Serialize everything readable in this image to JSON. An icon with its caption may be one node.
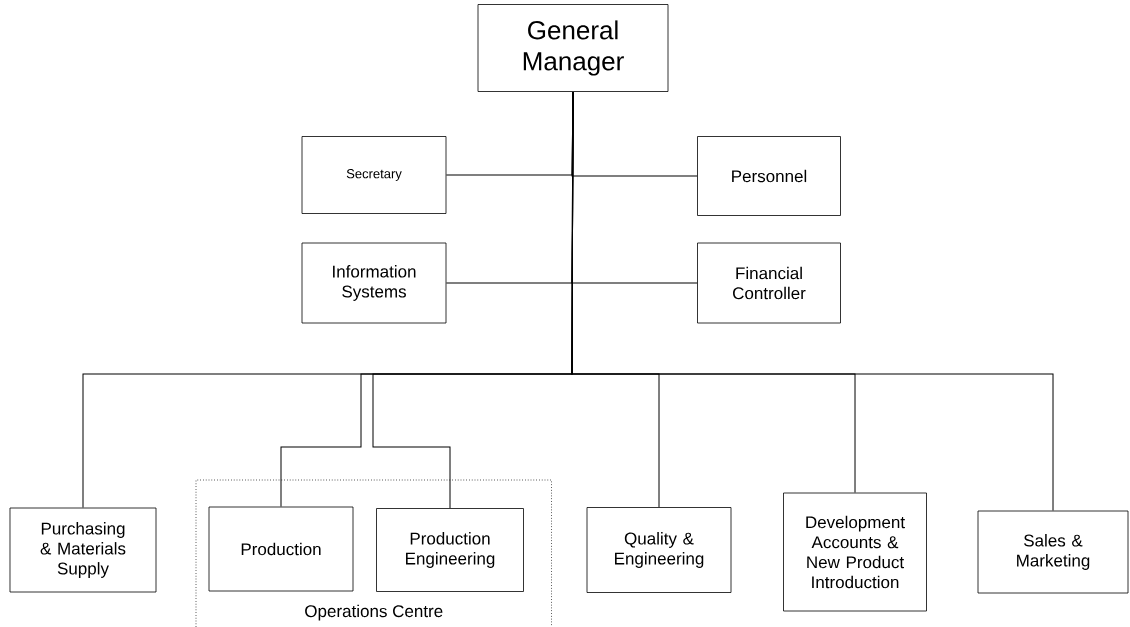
{
  "diagram": {
    "nodes": [
      {
        "text": [
          "General Manager"
        ]
      },
      {
        "text": [
          "Secretary"
        ]
      },
      {
        "text": [
          "Personnel"
        ]
      },
      {
        "text": [
          "Information Systems"
        ]
      },
      {
        "text": [
          "Financial Controller"
        ]
      },
      {
        "text": [
          "Purchasing & Materials Supply"
        ]
      },
      {
        "text": [
          "Operations Centre"
        ]
      },
      {
        "text": [
          "Production"
        ],
        "in": 6
      },
      {
        "text": [
          "Production Engineering"
        ],
        "in": 6
      },
      {
        "text": [
          "Quality & Engineering"
        ]
      },
      {
        "text": [
          "Development Accounts & New Product Introduction"
        ]
      },
      {
        "text": [
          "Sales & Marketing"
        ]
      }
    ],
    "edges": [
      {
        "from": 0,
        "to": 1,
        "arrow": "none"
      },
      {
        "from": 0,
        "to": 2,
        "arrow": "none"
      },
      {
        "from": 0,
        "to": 3,
        "arrow": "none"
      },
      {
        "from": 0,
        "to": 4,
        "arrow": "none"
      },
      {
        "from": 0,
        "to": 5,
        "arrow": "none"
      },
      {
        "from": 0,
        "to": 7,
        "arrow": "none"
      },
      {
        "from": 0,
        "to": 8,
        "arrow": "none"
      },
      {
        "from": 0,
        "to": 9,
        "arrow": "none"
      },
      {
        "from": 0,
        "to": 10,
        "arrow": "none"
      },
      {
        "from": 0,
        "to": 11,
        "arrow": "none"
      }
    ]
  }
}
